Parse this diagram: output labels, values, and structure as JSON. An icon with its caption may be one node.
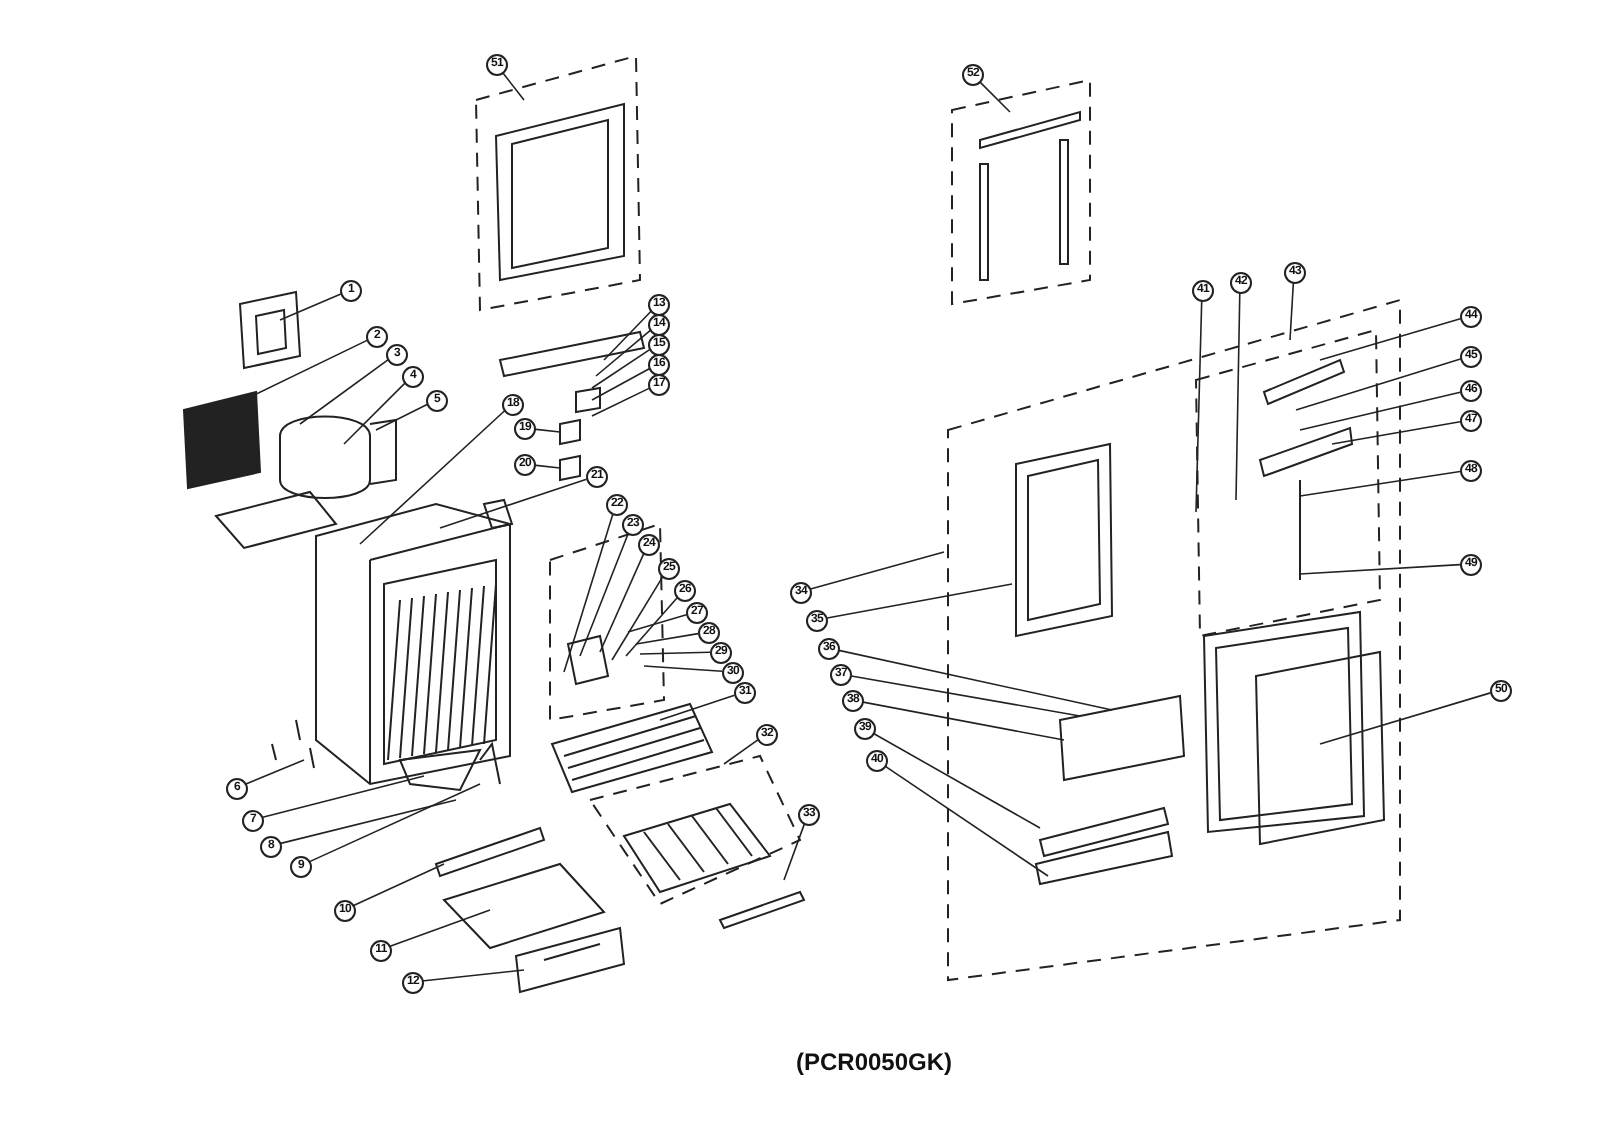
{
  "diagram": {
    "caption": "(PCR0050GK)",
    "nodes": [
      {
        "text": [
          "1"
        ]
      },
      {
        "text": [
          "2"
        ]
      },
      {
        "text": [
          "3"
        ]
      },
      {
        "text": [
          "4"
        ]
      },
      {
        "text": [
          "5"
        ]
      },
      {
        "text": [
          "6"
        ]
      },
      {
        "text": [
          "7"
        ]
      },
      {
        "text": [
          "8"
        ]
      },
      {
        "text": [
          "9"
        ]
      },
      {
        "text": [
          "10"
        ]
      },
      {
        "text": [
          "11"
        ]
      },
      {
        "text": [
          "12"
        ]
      },
      {
        "text": [
          "13"
        ]
      },
      {
        "text": [
          "14"
        ]
      },
      {
        "text": [
          "15"
        ]
      },
      {
        "text": [
          "16"
        ]
      },
      {
        "text": [
          "17"
        ]
      },
      {
        "text": [
          "18"
        ]
      },
      {
        "text": [
          "19"
        ]
      },
      {
        "text": [
          "20"
        ]
      },
      {
        "text": [
          "21"
        ]
      },
      {
        "text": [
          "22"
        ]
      },
      {
        "text": [
          "23"
        ]
      },
      {
        "text": [
          "24"
        ]
      },
      {
        "text": [
          "25"
        ]
      },
      {
        "text": [
          "26"
        ]
      },
      {
        "text": [
          "27"
        ]
      },
      {
        "text": [
          "28"
        ]
      },
      {
        "text": [
          "29"
        ]
      },
      {
        "text": [
          "30"
        ]
      },
      {
        "text": [
          "31"
        ]
      },
      {
        "text": [
          "32"
        ]
      },
      {
        "text": [
          "33"
        ]
      },
      {
        "text": [
          "34"
        ]
      },
      {
        "text": [
          "35"
        ]
      },
      {
        "text": [
          "36"
        ]
      },
      {
        "text": [
          "37"
        ]
      },
      {
        "text": [
          "38"
        ]
      },
      {
        "text": [
          "39"
        ]
      },
      {
        "text": [
          "40"
        ]
      },
      {
        "text": [
          "41"
        ]
      },
      {
        "text": [
          "42"
        ]
      },
      {
        "text": [
          "43"
        ]
      },
      {
        "text": [
          "44"
        ]
      },
      {
        "text": [
          "45"
        ]
      },
      {
        "text": [
          "46"
        ]
      },
      {
        "text": [
          "47"
        ]
      },
      {
        "text": [
          "48"
        ]
      },
      {
        "text": [
          "49"
        ]
      },
      {
        "text": [
          "50"
        ]
      },
      {
        "text": [
          "51"
        ]
      },
      {
        "text": [
          "52"
        ]
      }
    ],
    "edges": [
      {
        "from": 0,
        "to": null,
        "arrow": "none"
      },
      {
        "from": 1,
        "to": null,
        "arrow": "none"
      },
      {
        "from": 2,
        "to": null,
        "arrow": "none"
      },
      {
        "from": 3,
        "to": null,
        "arrow": "none"
      },
      {
        "from": 4,
        "to": null,
        "arrow": "none"
      },
      {
        "from": 5,
        "to": null,
        "arrow": "none"
      },
      {
        "from": 6,
        "to": null,
        "arrow": "none"
      },
      {
        "from": 7,
        "to": null,
        "arrow": "none"
      },
      {
        "from": 8,
        "to": null,
        "arrow": "none"
      },
      {
        "from": 9,
        "to": null,
        "arrow": "none"
      },
      {
        "from": 10,
        "to": null,
        "arrow": "none"
      },
      {
        "from": 11,
        "to": null,
        "arrow": "none"
      },
      {
        "from": 12,
        "to": null,
        "arrow": "none"
      },
      {
        "from": 13,
        "to": null,
        "arrow": "none"
      },
      {
        "from": 14,
        "to": null,
        "arrow": "none"
      },
      {
        "from": 15,
        "to": null,
        "arrow": "none"
      },
      {
        "from": 16,
        "to": null,
        "arrow": "none"
      },
      {
        "from": 17,
        "to": null,
        "arrow": "none"
      },
      {
        "from": 18,
        "to": null,
        "arrow": "none"
      },
      {
        "from": 19,
        "to": null,
        "arrow": "none"
      },
      {
        "from": 20,
        "to": null,
        "arrow": "none"
      },
      {
        "from": 21,
        "to": null,
        "arrow": "none"
      },
      {
        "from": 22,
        "to": null,
        "arrow": "none"
      },
      {
        "from": 23,
        "to": null,
        "arrow": "none"
      },
      {
        "from": 24,
        "to": null,
        "arrow": "none"
      },
      {
        "from": 25,
        "to": null,
        "arrow": "none"
      },
      {
        "from": 26,
        "to": null,
        "arrow": "none"
      },
      {
        "from": 27,
        "to": null,
        "arrow": "none"
      },
      {
        "from": 28,
        "to": null,
        "arrow": "none"
      },
      {
        "from": 29,
        "to": null,
        "arrow": "none"
      },
      {
        "from": 30,
        "to": null,
        "arrow": "none"
      },
      {
        "from": 31,
        "to": null,
        "arrow": "none"
      },
      {
        "from": 32,
        "to": null,
        "arrow": "none"
      },
      {
        "from": 33,
        "to": null,
        "arrow": "none"
      },
      {
        "from": 34,
        "to": null,
        "arrow": "none"
      },
      {
        "from": 35,
        "to": null,
        "arrow": "none"
      },
      {
        "from": 36,
        "to": null,
        "arrow": "none"
      },
      {
        "from": 37,
        "to": null,
        "arrow": "none"
      },
      {
        "from": 38,
        "to": null,
        "arrow": "none"
      },
      {
        "from": 39,
        "to": null,
        "arrow": "none"
      },
      {
        "from": 40,
        "to": null,
        "arrow": "none"
      },
      {
        "from": 41,
        "to": null,
        "arrow": "none"
      },
      {
        "from": 42,
        "to": null,
        "arrow": "none"
      },
      {
        "from": 43,
        "to": null,
        "arrow": "none"
      },
      {
        "from": 44,
        "to": null,
        "arrow": "none"
      },
      {
        "from": 45,
        "to": null,
        "arrow": "none"
      },
      {
        "from": 46,
        "to": null,
        "arrow": "none"
      },
      {
        "from": 47,
        "to": null,
        "arrow": "none"
      },
      {
        "from": 48,
        "to": null,
        "arrow": "none"
      },
      {
        "from": 49,
        "to": null,
        "arrow": "none"
      },
      {
        "from": 50,
        "to": null,
        "arrow": "none"
      },
      {
        "from": 51,
        "to": null,
        "arrow": "none"
      }
    ]
  }
}
